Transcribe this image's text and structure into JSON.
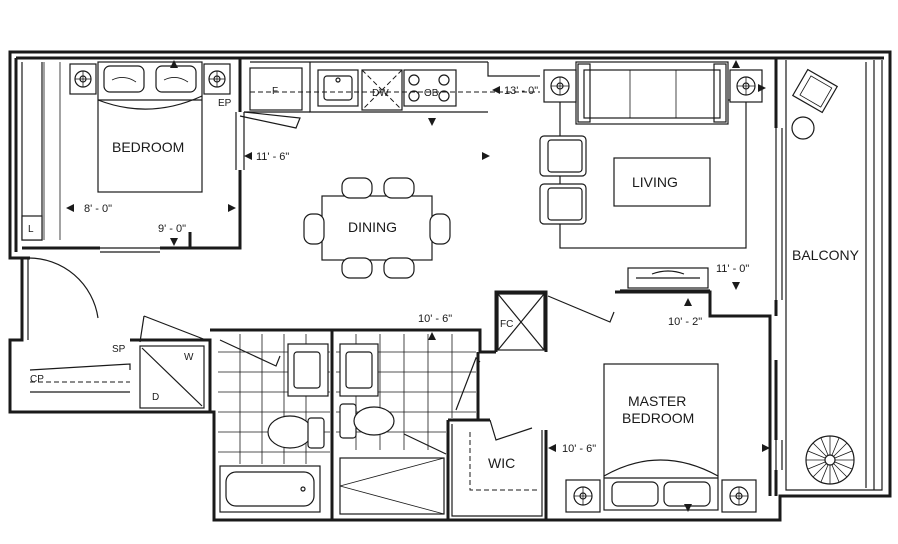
{
  "rooms": {
    "bedroom": "BEDROOM",
    "dining": "DINING",
    "living": "LIVING",
    "balcony": "BALCONY",
    "master_line1": "MASTER",
    "master_line2": "BEDROOM",
    "wic": "WIC"
  },
  "dimensions": {
    "bedroom_width": "8' - 0\"",
    "bedroom_depth": "9' - 0\"",
    "dining_width": "11' - 6\"",
    "kitchen_length": "13' - 0\"",
    "living_width": "11' - 0\"",
    "master_width": "10' - 2\"",
    "bath_length": "10' - 6\"",
    "master_depth": "10' - 6\""
  },
  "fixtures": {
    "fridge": "F",
    "dishwasher": "DW",
    "oven": "OB",
    "linen": "L",
    "electrical_panel": "EP",
    "sprinkler_panel": "SP",
    "coat_closet": "CP",
    "washer": "W",
    "dryer": "D",
    "fan_coil": "FC"
  }
}
